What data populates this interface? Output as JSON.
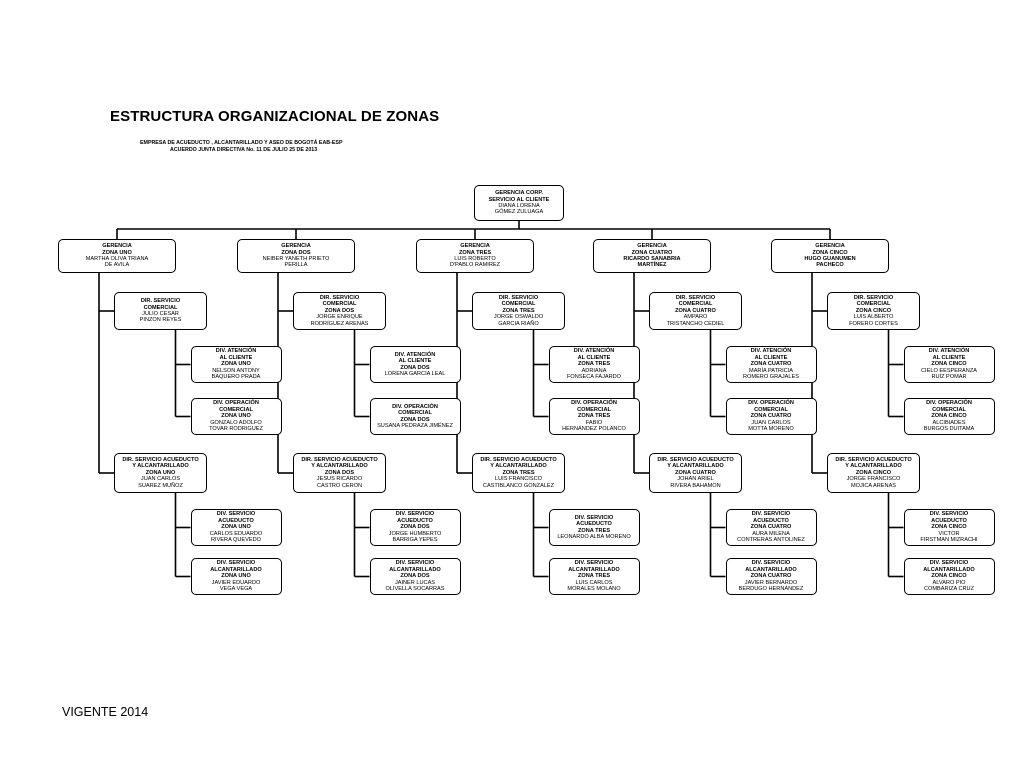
{
  "header": {
    "title": "ESTRUCTURA ORGANIZACIONAL DE ZONAS",
    "subtitle_1": "EMPRESA DE ACUEDUCTO , ALCANTARILLADO  Y ASEO DE BOGOTÁ EAB-ESP",
    "subtitle_2": "ACUERDO JUNTA DIRECTIVA No. 11 DE JULIO 25 DE 2013"
  },
  "footer": {
    "text": "VIGENTE 2014"
  },
  "root": {
    "lines": [
      "GERENCIA CORP.",
      "SERVICIO AL  CLIENTE"
    ],
    "names": [
      "DIANA LORENA",
      "GÓMEZ ZULUAGA"
    ]
  },
  "zones": [
    {
      "gerencia": {
        "lines": [
          "GERENCIA",
          "ZONA UNO"
        ],
        "names": [
          "MARTHA OLIVA TRIANA",
          "DE AVILA"
        ]
      },
      "comercial": {
        "dir": {
          "lines": [
            "DIR.  SERVICIO",
            "COMERCIAL"
          ],
          "names": [
            "JULIO CESAR",
            "PINZON REYES"
          ]
        },
        "divs": [
          {
            "lines": [
              "DIV.  ATENCIÓN",
              "AL  CLIENTE",
              "ZONA UNO"
            ],
            "names": [
              "NELSON ANTONY",
              "BAQUERO PRADA"
            ]
          },
          {
            "lines": [
              "DIV.  OPERACIÓN",
              "COMERCIAL",
              "ZONA UNO"
            ],
            "names": [
              "GONZALO ADOLFO",
              "TOVAR RODRIGUEZ"
            ]
          }
        ]
      },
      "acueducto": {
        "dir": {
          "lines": [
            "DIR.  SERVICIO ACUEDUCTO",
            "Y  ALCANTARILLADO",
            "ZONA UNO"
          ],
          "names": [
            "JUAN CARLOS",
            "SUAREZ MUÑOZ"
          ]
        },
        "divs": [
          {
            "lines": [
              "DIV.   SERVICIO",
              "ACUEDUCTO",
              "ZONA UNO"
            ],
            "names": [
              "CARLOS EDUARDO",
              "RIVERA QUEVEDO"
            ]
          },
          {
            "lines": [
              "DIV.   SERVICIO",
              "ALCANTARILLADO",
              "ZONA UNO"
            ],
            "names": [
              "JAVIER EDUARDO",
              "VEGA VEGA"
            ]
          }
        ]
      }
    },
    {
      "gerencia": {
        "lines": [
          "GERENCIA",
          "ZONA DOS"
        ],
        "names": [
          "NEIBER YANETH PRIETO",
          "PERILLA"
        ]
      },
      "comercial": {
        "dir": {
          "lines": [
            "DIR.  SERVICIO",
            "COMERCIAL",
            "ZONA DOS"
          ],
          "names": [
            "JORGE ENRIQUE",
            "RODRÍGUEZ ARENAS"
          ]
        },
        "divs": [
          {
            "lines": [
              "DIV.   ATENCIÓN",
              "AL  CLIENTE",
              "ZONA DOS"
            ],
            "names": [
              "LORENA GARCÍA LEAL"
            ]
          },
          {
            "lines": [
              "DIV.  OPERACIÓN",
              "COMERCIAL",
              "ZONA DOS"
            ],
            "names": [
              "SUSANA PEDRAZA JIMÉNEZ"
            ]
          }
        ]
      },
      "acueducto": {
        "dir": {
          "lines": [
            "DIR.  SERVICIO ACUEDUCTO",
            "Y  ALCANTARILLADO",
            "ZONA DOS"
          ],
          "names": [
            "JESUS RICARDO",
            "CASTRO CERON"
          ]
        },
        "divs": [
          {
            "lines": [
              "DIV.   SERVICIO",
              "ACUEDUCTO",
              "ZONA DOS"
            ],
            "names": [
              "JORGE HUMBERTO",
              "BARRIGA YEPES"
            ]
          },
          {
            "lines": [
              "DIV.   SERVICIO",
              "ALCANTARILLADO",
              "ZONA DOS"
            ],
            "names": [
              "JAINER LUCAS",
              "OLIVELLA SOCARRAS"
            ]
          }
        ]
      }
    },
    {
      "gerencia": {
        "lines": [
          "GERENCIA",
          "ZONA TRES"
        ],
        "names": [
          "LUIS ROBERTO",
          "D'PABLO RAMIREZ"
        ]
      },
      "comercial": {
        "dir": {
          "lines": [
            "DIR.  SERVICIO",
            "COMERCIAL",
            "ZONA TRES"
          ],
          "names": [
            "JORGE OSWALDO",
            "GARCIA RIAÑO"
          ]
        },
        "divs": [
          {
            "lines": [
              "DIV.  ATENCIÓN",
              "AL  CLIENTE",
              "ZONA TRES"
            ],
            "names": [
              "ADRIANA",
              "FONSECA FAJARDO"
            ]
          },
          {
            "lines": [
              "DIV.  OPERACIÓN",
              "COMERCIAL",
              "ZONA TRES"
            ],
            "names": [
              "FABIO",
              "HERNÁNDEZ POLANCO"
            ]
          }
        ]
      },
      "acueducto": {
        "dir": {
          "lines": [
            "DIR.  SERVICIO ACUEDUCTO",
            "Y  ALCANTARILLADO",
            "ZONA  TRES"
          ],
          "names": [
            "LUIS FRANCISCO",
            "CASTIBLANCO GONZALEZ"
          ]
        },
        "divs": [
          {
            "lines": [
              "DIV.   SERVICIO",
              "ACUEDUCTO",
              "ZONA TRES"
            ],
            "names": [
              "LEONARDO ALBA MORENO"
            ]
          },
          {
            "lines": [
              "DIV.   SERVICIO",
              "ALCANTARILLADO",
              "ZONA TRES"
            ],
            "names": [
              "LUIS CARLOS",
              "MORALES MOLANO"
            ]
          }
        ]
      }
    },
    {
      "gerencia": {
        "lines": [
          "GERENCIA",
          "ZONA CUATRO",
          "RICARDO SANABRIA",
          "MARTÍNEZ"
        ],
        "names": []
      },
      "comercial": {
        "dir": {
          "lines": [
            "DIR.  SERVICIO",
            "COMERCIAL",
            "ZONA CUATRO"
          ],
          "names": [
            "AMPARO",
            "TRISTANCHO CEDIEL"
          ]
        },
        "divs": [
          {
            "lines": [
              "DIV.   ATENCIÓN",
              "AL  CLIENTE",
              "ZONA CUATRO"
            ],
            "names": [
              "MARÍA PATRICIA",
              "ROMERO GRAJALES"
            ]
          },
          {
            "lines": [
              "DIV.  OPERACIÓN",
              "COMERCIAL",
              "ZONA CUATRO"
            ],
            "names": [
              "JUAN CARLOS",
              "MOTTA MORENO"
            ]
          }
        ]
      },
      "acueducto": {
        "dir": {
          "lines": [
            "DIR.  SERVICIO ACUEDUCTO",
            "Y ALCANTARILLADO",
            "ZONA CUATRO"
          ],
          "names": [
            "JOHAN ARIEL",
            "RIVERA BAHAMON"
          ]
        },
        "divs": [
          {
            "lines": [
              "DIV.   SERVICIO",
              "ACUEDUCTO",
              "ZONA CUATRO"
            ],
            "names": [
              "AURA MILENA",
              "CONTRERAS ANTOLINEZ"
            ]
          },
          {
            "lines": [
              "DIV.   SERVICIO",
              "ALCANTARILLADO",
              "ZONA CUATRO"
            ],
            "names": [
              "JAVIER BERNARDO",
              "BERDUGO HERNÁNDEZ"
            ]
          }
        ]
      }
    },
    {
      "gerencia": {
        "lines": [
          "GERENCIA",
          "ZONA CINCO",
          "HUGO GUANUMEN",
          "PACHECO"
        ],
        "names": []
      },
      "comercial": {
        "dir": {
          "lines": [
            "DIR.  SERVICIO",
            "COMERCIAL",
            "ZONA CINCO"
          ],
          "names": [
            "LUIS ALBERTO",
            "FORERO CORTES"
          ]
        },
        "divs": [
          {
            "lines": [
              "DIV.   ATENCIÓN",
              "AL  CLIENTE",
              "ZONA CINCO"
            ],
            "names": [
              "CIELO EESPERANZA",
              "RUÍZ POMAR"
            ]
          },
          {
            "lines": [
              "DIV.  OPERACIÓN",
              "COMERCIAL",
              "ZONA  CINCO"
            ],
            "names": [
              "ALCIBIADES",
              "BURGOS DUITAMA"
            ]
          }
        ]
      },
      "acueducto": {
        "dir": {
          "lines": [
            "DIR.  SERVICIO ACUEDUCTO",
            "Y ALCANTARILLADO",
            "ZONA CINCO"
          ],
          "names": [
            "JORGE FRANCISCO",
            "MOJICA ARENAS"
          ]
        },
        "divs": [
          {
            "lines": [
              "DIV.   SERVICIO",
              "ACUEDUCTO",
              "ZONA  CINCO"
            ],
            "names": [
              "VICTOR",
              "FIRSTMAN MIZRACHI"
            ]
          },
          {
            "lines": [
              "DIV.   SERVICIO",
              "ALCANTARILLADO",
              "ZONA  CINCO"
            ],
            "names": [
              "ALVARO PIO",
              "COMBARIZA CRUZ"
            ]
          }
        ]
      }
    }
  ]
}
